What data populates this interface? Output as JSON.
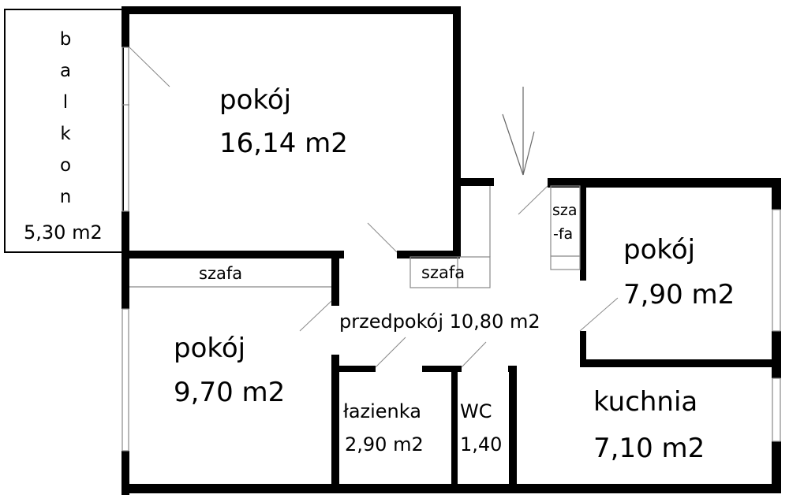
{
  "plan": {
    "colors": {
      "wall": "#000000",
      "thin": "#888888",
      "background": "#ffffff"
    },
    "rooms": {
      "balkon": {
        "letters": [
          "b",
          "a",
          "l",
          "k",
          "o",
          "n"
        ],
        "area": "5,30 m2"
      },
      "pokoj_large": {
        "name": "pokój",
        "area": "16,14 m2"
      },
      "pokoj_small_right": {
        "name": "pokój",
        "area": "7,90 m2"
      },
      "pokoj_left_lower": {
        "name": "pokój",
        "area": "9,70 m2"
      },
      "przedpokoj": {
        "label": "przedpokój 10,80 m2"
      },
      "lazienka": {
        "name": "łazienka",
        "area": "2,90 m2"
      },
      "wc": {
        "name": "WC",
        "area": "1,40"
      },
      "kuchnia": {
        "name": "kuchnia",
        "area": "7,10 m2"
      }
    },
    "closets": {
      "left": "szafa",
      "center": "szafa",
      "right_line1": "sza",
      "right_line2": "-fa"
    },
    "entrance_arrow": "arrow-down"
  }
}
